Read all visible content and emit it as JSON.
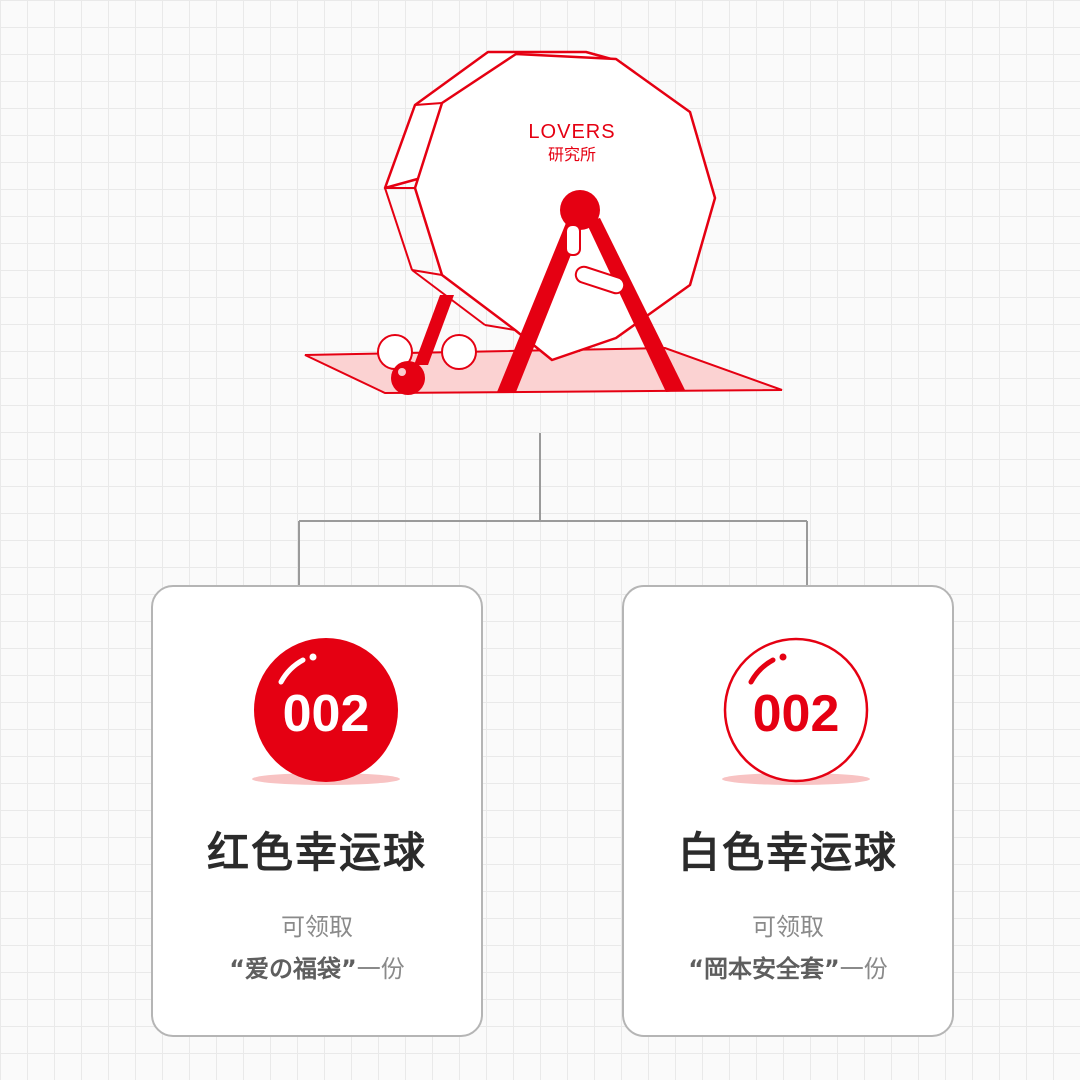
{
  "brand": {
    "logo_line1": "LOVERS",
    "logo_line2": "研究所"
  },
  "colors": {
    "accent_red": "#e50012",
    "ball_shadow": "#f8c3c3",
    "floor_fill": "#fbd2d2",
    "connector_gray": "#9a9a9a"
  },
  "cards": [
    {
      "ball_style": "filled-red",
      "ball_number": "002",
      "title": "红色幸运球",
      "subtitle": "可领取",
      "prize_quoted": "“爱の福袋”",
      "prize_suffix": "一份"
    },
    {
      "ball_style": "outlined-white",
      "ball_number": "002",
      "title": "白色幸运球",
      "subtitle": "可领取",
      "prize_quoted": "“岡本安全套”",
      "prize_suffix": "一份"
    }
  ],
  "icons": {
    "machine": "lottery-drum-icon",
    "ball": "lucky-ball-icon"
  }
}
